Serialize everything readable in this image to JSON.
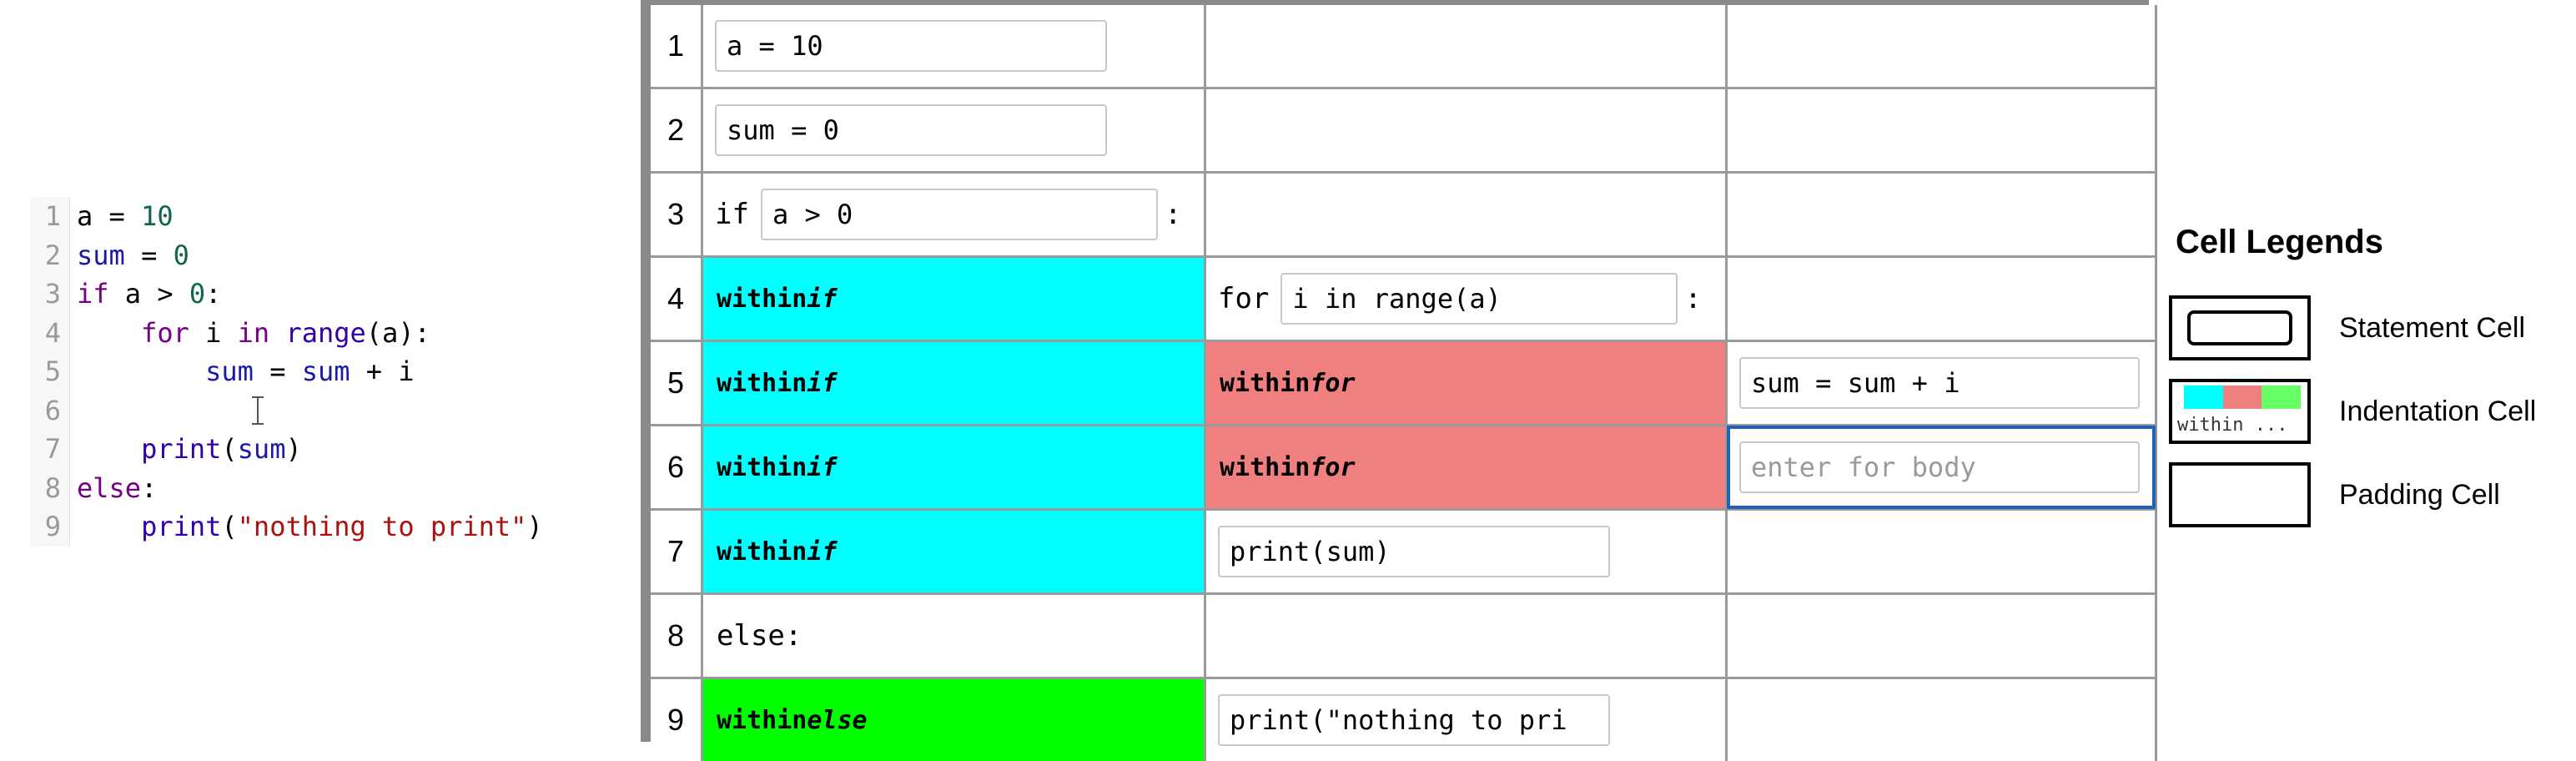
{
  "editor": {
    "lines": [
      {
        "n": "1",
        "tokens": [
          [
            "a",
            "plain"
          ],
          [
            " = ",
            "plain"
          ],
          [
            "10",
            "num"
          ]
        ]
      },
      {
        "n": "2",
        "tokens": [
          [
            "sum",
            "var"
          ],
          [
            " = ",
            "plain"
          ],
          [
            "0",
            "num"
          ]
        ]
      },
      {
        "n": "3",
        "tokens": [
          [
            "if",
            "kw"
          ],
          [
            " a > ",
            "plain"
          ],
          [
            "0",
            "num"
          ],
          [
            ":",
            "plain"
          ]
        ]
      },
      {
        "n": "4",
        "tokens": [
          [
            "    ",
            "plain"
          ],
          [
            "for",
            "kw"
          ],
          [
            " i ",
            "plain"
          ],
          [
            "in",
            "kw"
          ],
          [
            " ",
            "plain"
          ],
          [
            "range",
            "builtin"
          ],
          [
            "(a):",
            "plain"
          ]
        ]
      },
      {
        "n": "5",
        "tokens": [
          [
            "        ",
            "plain"
          ],
          [
            "sum",
            "var"
          ],
          [
            " = ",
            "plain"
          ],
          [
            "sum",
            "var"
          ],
          [
            " + i",
            "plain"
          ]
        ]
      },
      {
        "n": "6",
        "tokens": [
          [
            "        ",
            "plain"
          ]
        ]
      },
      {
        "n": "7",
        "tokens": [
          [
            "    ",
            "plain"
          ],
          [
            "print",
            "builtin"
          ],
          [
            "(",
            "plain"
          ],
          [
            "sum",
            "var"
          ],
          [
            ")",
            "plain"
          ]
        ]
      },
      {
        "n": "8",
        "tokens": [
          [
            "else",
            "kw"
          ],
          [
            ":",
            "plain"
          ]
        ]
      },
      {
        "n": "9",
        "tokens": [
          [
            "    ",
            "plain"
          ],
          [
            "print",
            "builtin"
          ],
          [
            "(",
            "plain"
          ],
          [
            "\"nothing to print\"",
            "str"
          ],
          [
            ")",
            "plain"
          ]
        ]
      }
    ]
  },
  "grid": {
    "rows": [
      {
        "num": "1",
        "cells": [
          {
            "kind": "stmt",
            "text": "a = 10"
          },
          {
            "kind": "pad"
          },
          {
            "kind": "pad"
          }
        ]
      },
      {
        "num": "2",
        "cells": [
          {
            "kind": "stmt",
            "text": "sum = 0"
          },
          {
            "kind": "pad"
          },
          {
            "kind": "pad"
          }
        ]
      },
      {
        "num": "3",
        "cells": [
          {
            "kind": "compound",
            "prefix": "if",
            "text": "a > 0",
            "suffix": ":"
          },
          {
            "kind": "pad"
          },
          {
            "kind": "pad"
          }
        ]
      },
      {
        "num": "4",
        "cells": [
          {
            "kind": "indent",
            "block": "if",
            "label": "within",
            "kw": "if"
          },
          {
            "kind": "compound",
            "prefix": "for",
            "text": "i in range(a)",
            "suffix": ":"
          },
          {
            "kind": "pad"
          }
        ]
      },
      {
        "num": "5",
        "cells": [
          {
            "kind": "indent",
            "block": "if",
            "label": "within",
            "kw": "if"
          },
          {
            "kind": "indent",
            "block": "for",
            "label": "within",
            "kw": "for"
          },
          {
            "kind": "stmt",
            "text": "sum = sum + i"
          }
        ]
      },
      {
        "num": "6",
        "cells": [
          {
            "kind": "indent",
            "block": "if",
            "label": "within",
            "kw": "if"
          },
          {
            "kind": "indent",
            "block": "for",
            "label": "within",
            "kw": "for"
          },
          {
            "kind": "input",
            "placeholder": "enter for body",
            "focused": true
          }
        ]
      },
      {
        "num": "7",
        "cells": [
          {
            "kind": "indent",
            "block": "if",
            "label": "within",
            "kw": "if"
          },
          {
            "kind": "stmt",
            "text": "print(sum)"
          },
          {
            "kind": "pad"
          }
        ]
      },
      {
        "num": "8",
        "cells": [
          {
            "kind": "plain",
            "text": "else:"
          },
          {
            "kind": "pad"
          },
          {
            "kind": "pad"
          }
        ]
      },
      {
        "num": "9",
        "cells": [
          {
            "kind": "indent",
            "block": "else",
            "label": "within",
            "kw": "else"
          },
          {
            "kind": "stmt",
            "text": "print(\"nothing to pri"
          },
          {
            "kind": "pad"
          }
        ]
      }
    ]
  },
  "legend": {
    "title": "Cell Legends",
    "items": [
      {
        "key": "statement",
        "label": "Statement Cell"
      },
      {
        "key": "indentation",
        "label": "Indentation Cell",
        "sample_text": "within ..."
      },
      {
        "key": "padding",
        "label": "Padding Cell"
      }
    ]
  },
  "colors": {
    "if": "#00ffff",
    "for": "#f08080",
    "else": "#00ff00",
    "focus": "#1e63b8"
  }
}
